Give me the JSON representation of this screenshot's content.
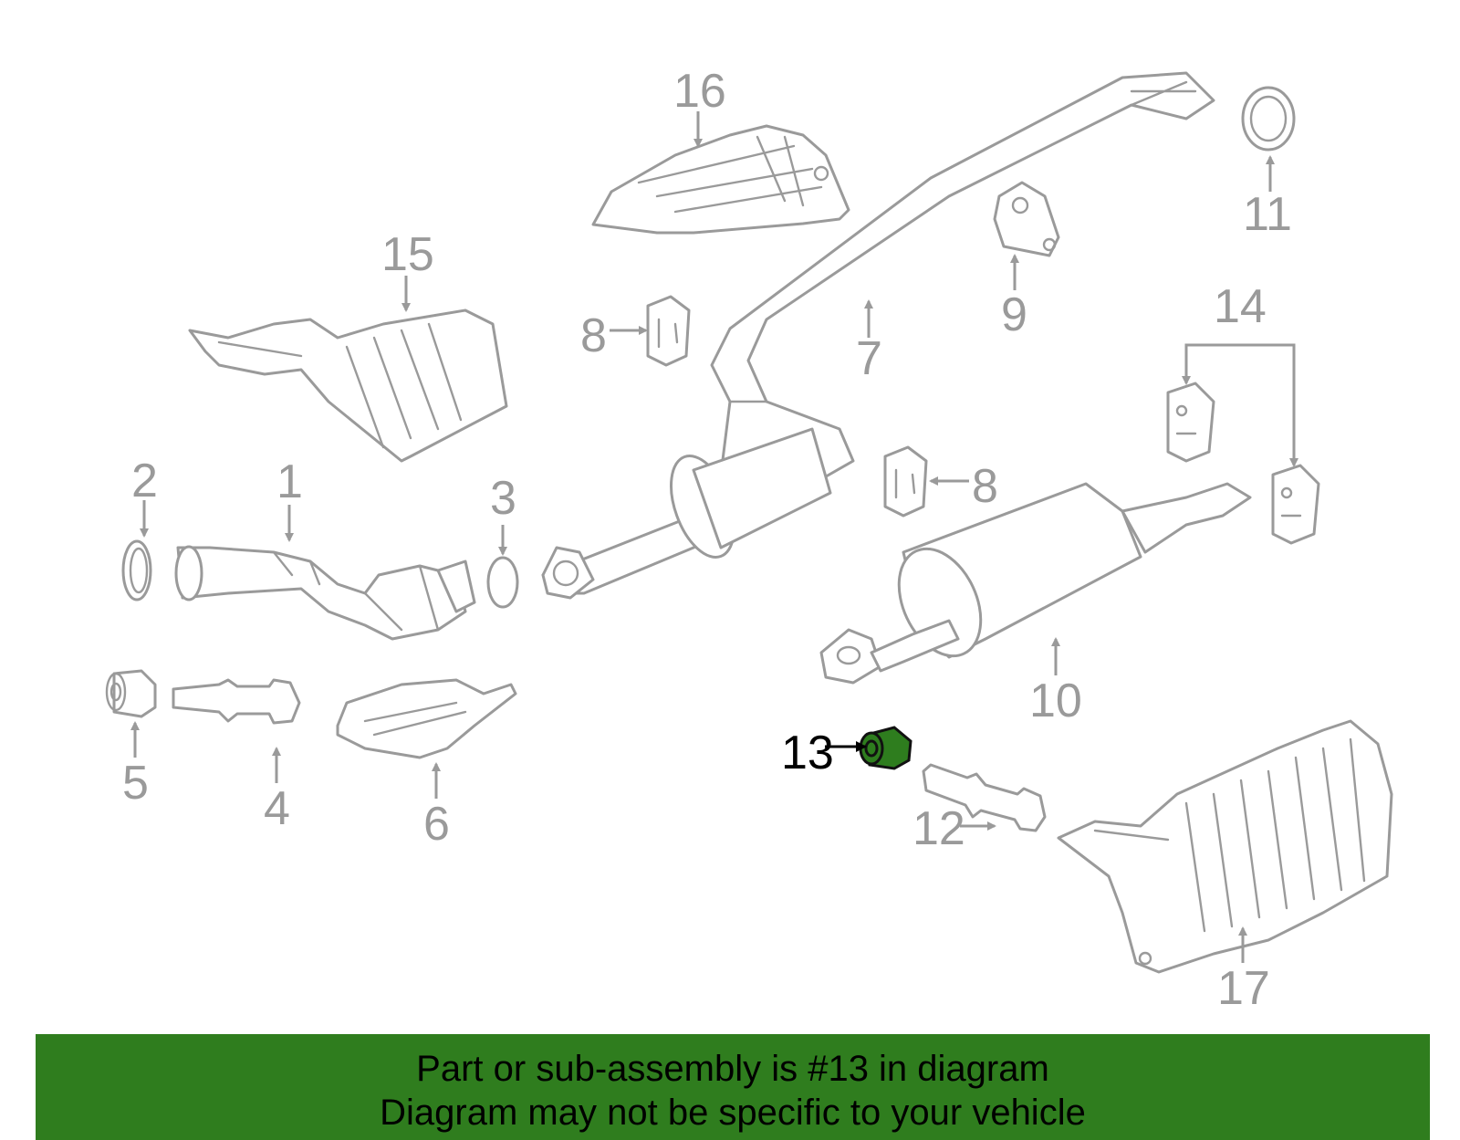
{
  "diagram": {
    "callouts": {
      "c1": "1",
      "c2": "2",
      "c3": "3",
      "c4": "4",
      "c5": "5",
      "c6": "6",
      "c7": "7",
      "c8a": "8",
      "c8b": "8",
      "c9": "9",
      "c10": "10",
      "c11": "11",
      "c12": "12",
      "c13": "13",
      "c14": "14",
      "c15": "15",
      "c16": "16",
      "c17": "17"
    },
    "highlight_color": "#2e7d1e"
  },
  "banner": {
    "line1": "Part or sub-assembly is #13 in diagram",
    "line2": "Diagram may not be specific to your vehicle",
    "background": "#2f7d1e"
  }
}
